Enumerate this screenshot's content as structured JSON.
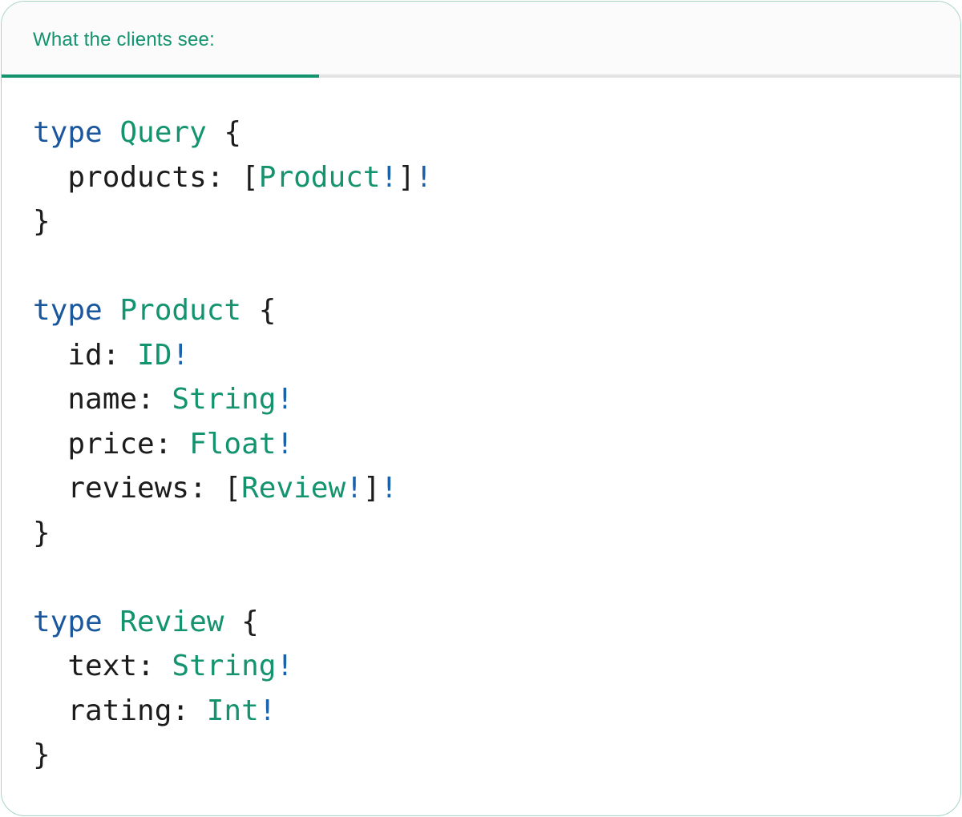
{
  "panel": {
    "tab_label": "What the clients see:"
  },
  "colors": {
    "tab_green": "#13946E",
    "tab_divider": "#E3E3E3",
    "tab_bg": "#FBFBFB",
    "panel_border": "#A9D4BF",
    "keyword_blue": "#1A579C",
    "type_green": "#13946E",
    "plain_dark": "#1C1C1C",
    "bang_blue": "#1B62AC"
  },
  "code": {
    "language": "graphql",
    "lines": [
      {
        "tokens": [
          {
            "t": "type ",
            "c": "kw"
          },
          {
            "t": "Query",
            "c": "type"
          },
          {
            "t": " {",
            "c": "plain"
          }
        ]
      },
      {
        "tokens": [
          {
            "t": "  products: [",
            "c": "plain"
          },
          {
            "t": "Product",
            "c": "type"
          },
          {
            "t": "!",
            "c": "bang"
          },
          {
            "t": "]",
            "c": "plain"
          },
          {
            "t": "!",
            "c": "bang"
          }
        ]
      },
      {
        "tokens": [
          {
            "t": "}",
            "c": "plain"
          }
        ]
      },
      {
        "tokens": []
      },
      {
        "tokens": [
          {
            "t": "type ",
            "c": "kw"
          },
          {
            "t": "Product",
            "c": "type"
          },
          {
            "t": " {",
            "c": "plain"
          }
        ]
      },
      {
        "tokens": [
          {
            "t": "  id: ",
            "c": "plain"
          },
          {
            "t": "ID",
            "c": "type"
          },
          {
            "t": "!",
            "c": "bang"
          }
        ]
      },
      {
        "tokens": [
          {
            "t": "  name: ",
            "c": "plain"
          },
          {
            "t": "String",
            "c": "type"
          },
          {
            "t": "!",
            "c": "bang"
          }
        ]
      },
      {
        "tokens": [
          {
            "t": "  price: ",
            "c": "plain"
          },
          {
            "t": "Float",
            "c": "type"
          },
          {
            "t": "!",
            "c": "bang"
          }
        ]
      },
      {
        "tokens": [
          {
            "t": "  reviews: [",
            "c": "plain"
          },
          {
            "t": "Review",
            "c": "type"
          },
          {
            "t": "!",
            "c": "bang"
          },
          {
            "t": "]",
            "c": "plain"
          },
          {
            "t": "!",
            "c": "bang"
          }
        ]
      },
      {
        "tokens": [
          {
            "t": "}",
            "c": "plain"
          }
        ]
      },
      {
        "tokens": []
      },
      {
        "tokens": [
          {
            "t": "type ",
            "c": "kw"
          },
          {
            "t": "Review",
            "c": "type"
          },
          {
            "t": " {",
            "c": "plain"
          }
        ]
      },
      {
        "tokens": [
          {
            "t": "  text: ",
            "c": "plain"
          },
          {
            "t": "String",
            "c": "type"
          },
          {
            "t": "!",
            "c": "bang"
          }
        ]
      },
      {
        "tokens": [
          {
            "t": "  rating: ",
            "c": "plain"
          },
          {
            "t": "Int",
            "c": "type"
          },
          {
            "t": "!",
            "c": "bang"
          }
        ]
      },
      {
        "tokens": [
          {
            "t": "}",
            "c": "plain"
          }
        ]
      }
    ]
  }
}
